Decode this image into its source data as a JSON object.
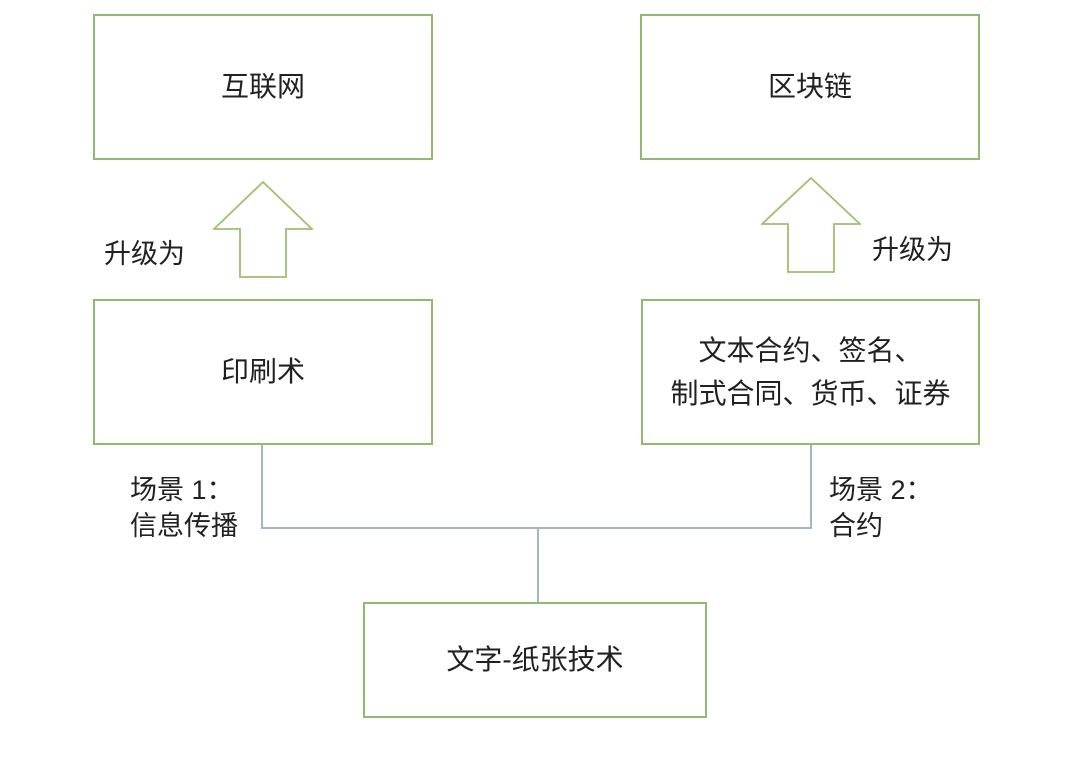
{
  "colors": {
    "box_border": "#93b871",
    "arrow_outline": "#9fbf6e",
    "connector_line": "#a3b6c2",
    "text": "#212121",
    "background": "#ffffff"
  },
  "boxes": {
    "internet": {
      "label": "互联网"
    },
    "blockchain": {
      "label": "区块链"
    },
    "printing": {
      "label": "印刷术"
    },
    "contracts": {
      "line1": "文本合约、签名、",
      "line2": "制式合同、货币、证券"
    },
    "paper_tech": {
      "label": "文字-纸张技术"
    }
  },
  "arrows": {
    "left_label": "升级为",
    "right_label": "升级为"
  },
  "scene_labels": {
    "left_line1": "场景 1：",
    "left_line2": "信息传播",
    "right_line1": "场景 2：",
    "right_line2": "合约"
  }
}
